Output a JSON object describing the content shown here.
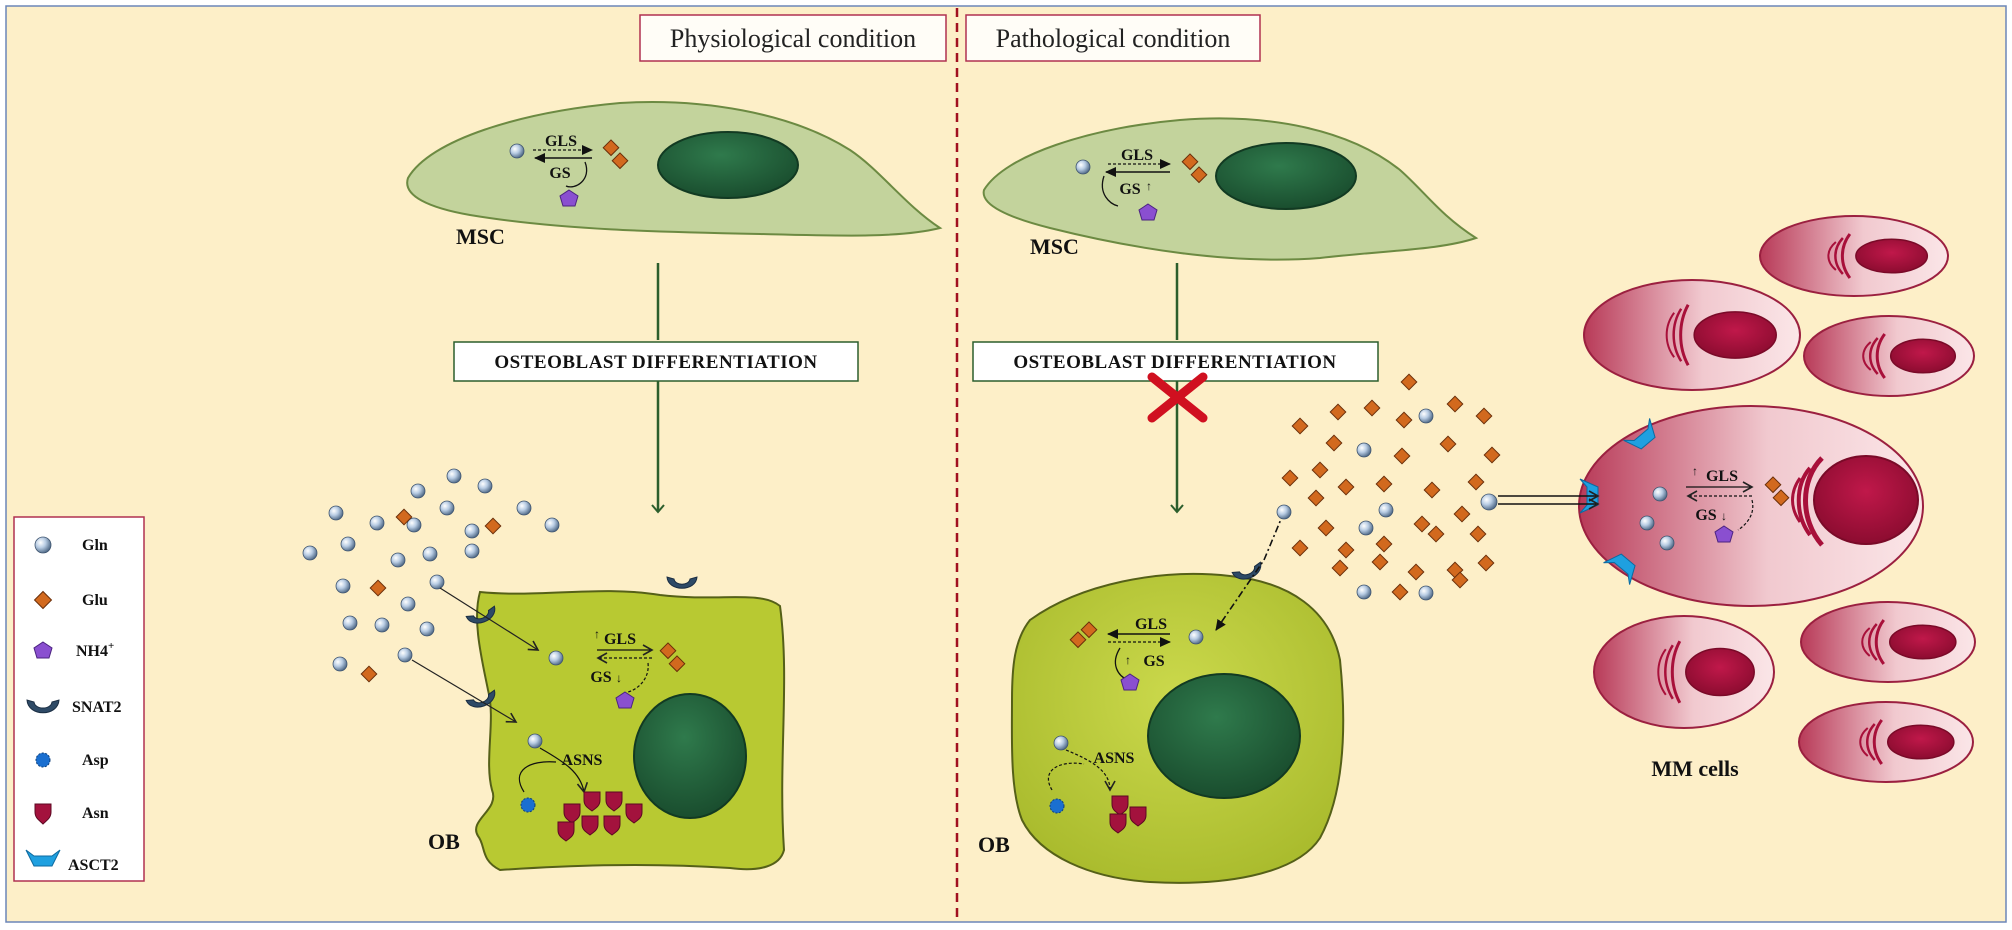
{
  "panels": {
    "left_title": "Physiological condition",
    "right_title": "Pathological condition"
  },
  "cells": {
    "msc": "MSC",
    "ob": "OB",
    "mm": "MM cells"
  },
  "process": {
    "differentiation": "OSTEOBLAST DIFFERENTIATION"
  },
  "enzymes": {
    "gls": "GLS",
    "gs": "GS",
    "asns": "ASNS"
  },
  "legend": {
    "items": [
      {
        "label": "Gln",
        "icon": "gln-sphere-icon"
      },
      {
        "label": "Glu",
        "icon": "glu-diamond-icon"
      },
      {
        "label": "NH4",
        "sup": "+",
        "icon": "nh4-pentagon-icon"
      },
      {
        "label": "SNAT2",
        "icon": "snat2-transporter-icon"
      },
      {
        "label": "Asp",
        "icon": "asp-star-icon"
      },
      {
        "label": "Asn",
        "icon": "asn-shield-icon"
      },
      {
        "label": "ASCT2",
        "icon": "asct2-transporter-icon"
      }
    ]
  },
  "colors": {
    "background": "#fdefc8",
    "msc_fill": "#c3d39c",
    "ob_fill": "#b8c932",
    "nucleus": "#1f5c36",
    "mm_cell": "#c4516b",
    "mm_nucleus": "#a8103a",
    "glu": "#d2691e",
    "nh4": "#8a4fd0",
    "asn": "#a3123d",
    "asct2": "#1fa0e0",
    "divider": "#a01020",
    "block_x": "#d01020"
  }
}
